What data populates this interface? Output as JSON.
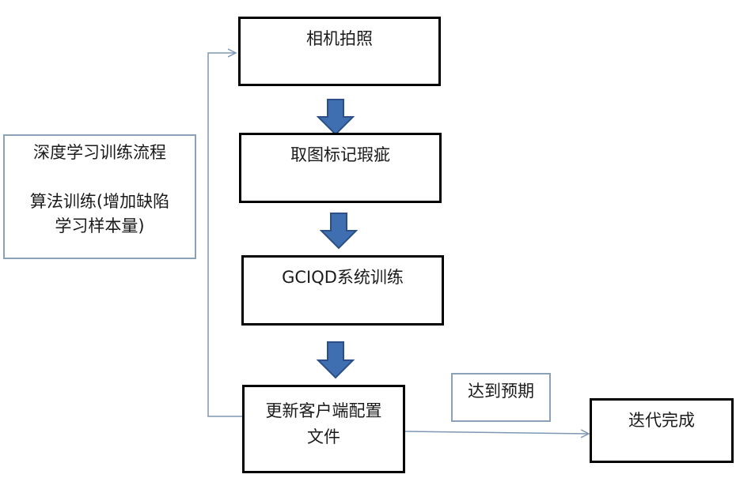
{
  "steps": [
    {
      "label": "相机拍照"
    },
    {
      "label": "取图标记瑕疵"
    },
    {
      "label": "GCIQD系统训练"
    },
    {
      "label_line1": "更新客户端配置",
      "label_line2": "文件"
    },
    {
      "label": "迭代完成"
    }
  ],
  "side_note": {
    "line1": "深度学习训练流程",
    "line2": "算法训练(增加缺陷",
    "line3": "学习样本量)"
  },
  "condition_label": "达到预期",
  "colors": {
    "box_border": "#000000",
    "side_border": "#8aa1b8",
    "arrow_fill": "#3f6fb1",
    "arrow_stroke": "#2b4f86",
    "connector": "#7f97b2"
  }
}
